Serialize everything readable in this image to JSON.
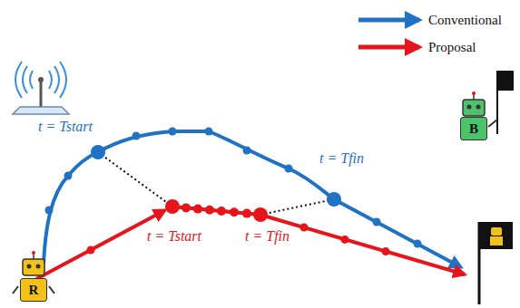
{
  "diagram": {
    "nodes": [
      {
        "text": [
          "R"
        ]
      },
      {
        "text": [
          "B"
        ]
      }
    ],
    "labels": [
      "t = Tstart",
      "t = Tfin",
      "t = Tstart",
      "t = Tfin"
    ],
    "legend": [
      {
        "text": "Conventional"
      },
      {
        "text": "Proposal"
      }
    ]
  }
}
